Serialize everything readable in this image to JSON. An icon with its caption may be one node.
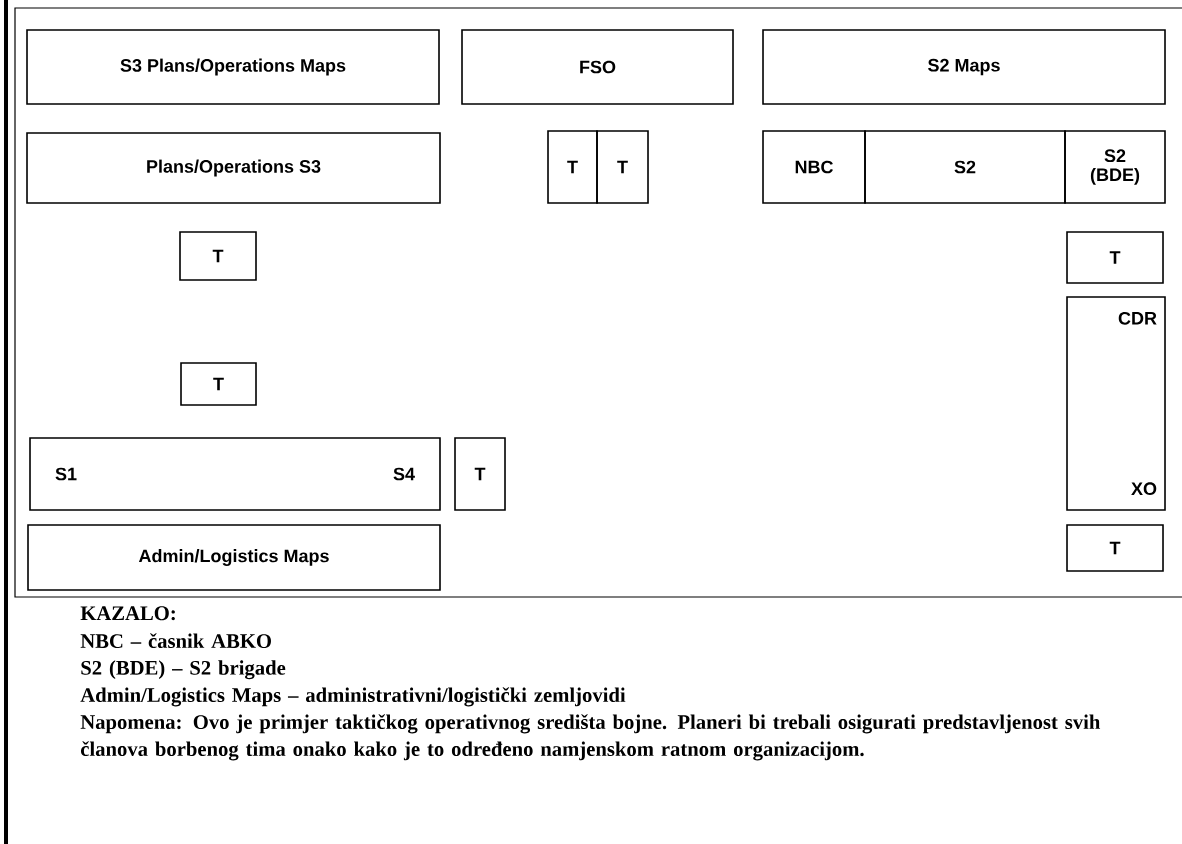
{
  "diagram": {
    "nodes": [
      {
        "text": [
          "S3 Plans/Operations Maps"
        ]
      },
      {
        "text": [
          "FSO"
        ]
      },
      {
        "text": [
          "S2 Maps"
        ]
      },
      {
        "text": [
          "Plans/Operations S3"
        ]
      },
      {
        "text": [
          "T"
        ]
      },
      {
        "text": [
          "T"
        ]
      },
      {
        "text": [
          "NBC"
        ]
      },
      {
        "text": [
          "S2"
        ]
      },
      {
        "text": [
          "S2 (BDE)"
        ]
      },
      {
        "text": [
          "T"
        ]
      },
      {
        "text": [
          "T"
        ]
      },
      {
        "text": [
          "CDR",
          "XO"
        ]
      },
      {
        "text": [
          "T"
        ]
      },
      {
        "text": [
          "S1",
          "S4"
        ]
      },
      {
        "text": [
          "T"
        ]
      },
      {
        "text": [
          "Admin/Logistics Maps"
        ]
      },
      {
        "text": [
          "T"
        ]
      }
    ],
    "labels": [
      "KAZALO:",
      "NBC – časnik ABKO",
      "S2 (BDE) – S2 brigade",
      "Admin/Logistics Maps  – administrativni/logistički zemljovidi",
      "Napomena: Ovo je primjer taktičkog operativnog središta bojne. Planeri bi trebali osigurati predstavljenost svih članova borbenog tima onako kako je to određeno namjenskom ratnom organizacijom."
    ]
  }
}
